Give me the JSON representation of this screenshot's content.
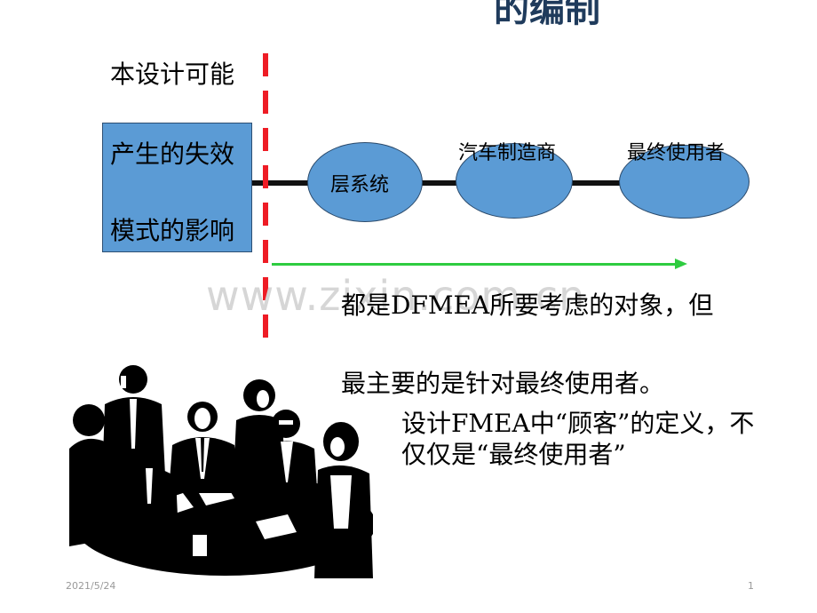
{
  "slide": {
    "title_visible": "的编制",
    "watermark": "www.zixin.com.cn",
    "label_top": "本设计可能",
    "box": {
      "line1": "产生的失效",
      "line2": "模式的影响"
    },
    "nodes": [
      {
        "label": "层系统"
      },
      {
        "label": "汽车制造商"
      },
      {
        "label": "最终使用者"
      }
    ],
    "text_lines": {
      "a": "都是DFMEA所要考虑的对象，但",
      "b": "最主要的是针对最终使用者。",
      "c": "设计FMEA中“顾客”的定义，不",
      "d": "仅仅是“最终使用者”"
    },
    "colors": {
      "box_fill": "#5b9bd5",
      "divider_red": "#ee1c25",
      "arrow_green": "#2ecc40",
      "title_color": "#1f3b5c"
    },
    "illustration": "business-meeting-silhouette-icon"
  },
  "footer": {
    "date": "2021/5/24",
    "page": "1"
  }
}
